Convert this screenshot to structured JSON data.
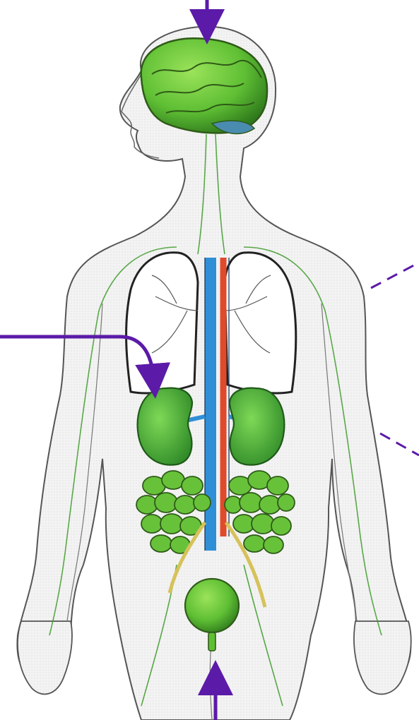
{
  "diagram": {
    "subject": "human-body-organ-systems",
    "colors": {
      "accent_arrow": "#5b1aa8",
      "organ_green": "#67c23a",
      "organ_green_dark": "#2f7a1c",
      "outline": "#3a3a3a",
      "vein_blue": "#2f8fd6",
      "artery_red": "#e04a2a",
      "ureter_yellow": "#d6c25a",
      "nerve_green": "#3e9a2a",
      "skin_fill": "#f2f2f2"
    },
    "organs": [
      {
        "name": "brain",
        "icon": "brain-icon"
      },
      {
        "name": "left-lung",
        "icon": "lung-icon"
      },
      {
        "name": "right-lung",
        "icon": "lung-icon"
      },
      {
        "name": "left-kidney",
        "icon": "kidney-icon"
      },
      {
        "name": "right-kidney",
        "icon": "kidney-icon"
      },
      {
        "name": "left-intestine-cluster",
        "icon": "intestine-icon"
      },
      {
        "name": "right-intestine-cluster",
        "icon": "intestine-icon"
      },
      {
        "name": "bladder",
        "icon": "bladder-icon"
      }
    ],
    "pointers": [
      {
        "name": "arrow-to-brain",
        "style": "solid"
      },
      {
        "name": "arrow-to-kidney",
        "style": "solid"
      },
      {
        "name": "arrow-to-bladder",
        "style": "solid"
      },
      {
        "name": "dashed-line-upper-arm",
        "style": "dashed"
      },
      {
        "name": "dashed-line-forearm",
        "style": "dashed"
      }
    ]
  }
}
